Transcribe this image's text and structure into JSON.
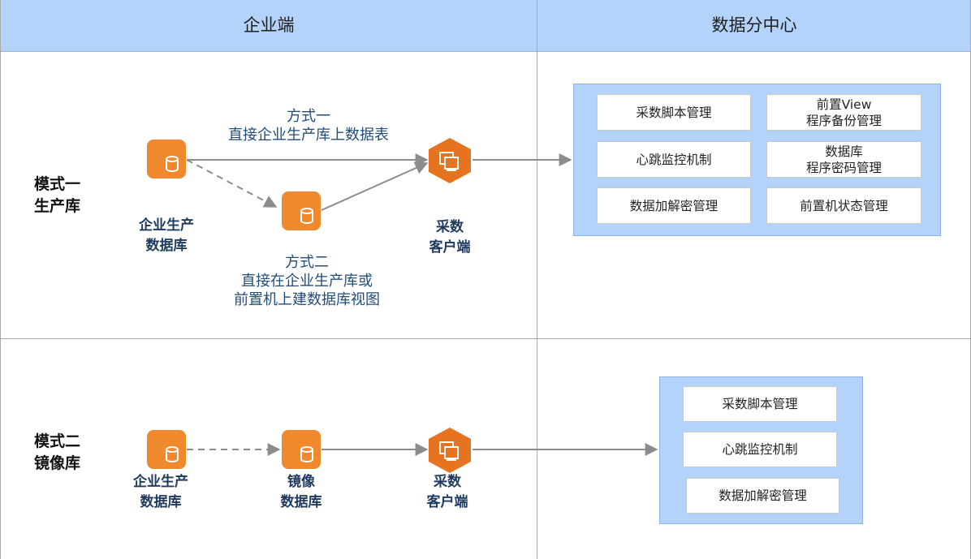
{
  "header": {
    "left_title": "企业端",
    "right_title": "数据分中心"
  },
  "mode1": {
    "label_line1": "模式一",
    "label_line2": "生产库",
    "source_line1": "企业生产",
    "source_line2": "数据库",
    "client_line1": "采数",
    "client_line2": "客户端",
    "method1_line1": "方式一",
    "method1_line2": "直接企业生产库上数据表",
    "method2_line1": "方式二",
    "method2_line2": "直接在企业生产库或",
    "method2_line3": "前置机上建数据库视图",
    "panel_cells": [
      {
        "line1": "采数脚本管理",
        "line2": ""
      },
      {
        "line1": "前置View",
        "line2": "程序备份管理"
      },
      {
        "line1": "心跳监控机制",
        "line2": ""
      },
      {
        "line1": "数据库",
        "line2": "程序密码管理"
      },
      {
        "line1": "数据加解密管理",
        "line2": ""
      },
      {
        "line1": "前置机状态管理",
        "line2": ""
      }
    ]
  },
  "mode2": {
    "label_line1": "模式二",
    "label_line2": "镜像库",
    "source_line1": "企业生产",
    "source_line2": "数据库",
    "mirror_line1": "镜像",
    "mirror_line2": "数据库",
    "client_line1": "采数",
    "client_line2": "客户端",
    "panel_cells": [
      {
        "line1": "采数脚本管理"
      },
      {
        "line1": "心跳监控机制"
      },
      {
        "line1": "数据加解密管理"
      }
    ]
  },
  "colors": {
    "header_bg": "#b4d3fb",
    "db_orange": "#f0882e",
    "client_orange": "#e6731f",
    "label_navy": "#1f3a5f",
    "method_blue": "#234d7a",
    "arrow_gray": "#8c8c8c",
    "panel_bg": "#b4d3fb"
  },
  "icons": {
    "database": "database-icon",
    "client": "client-monitor-icon"
  }
}
